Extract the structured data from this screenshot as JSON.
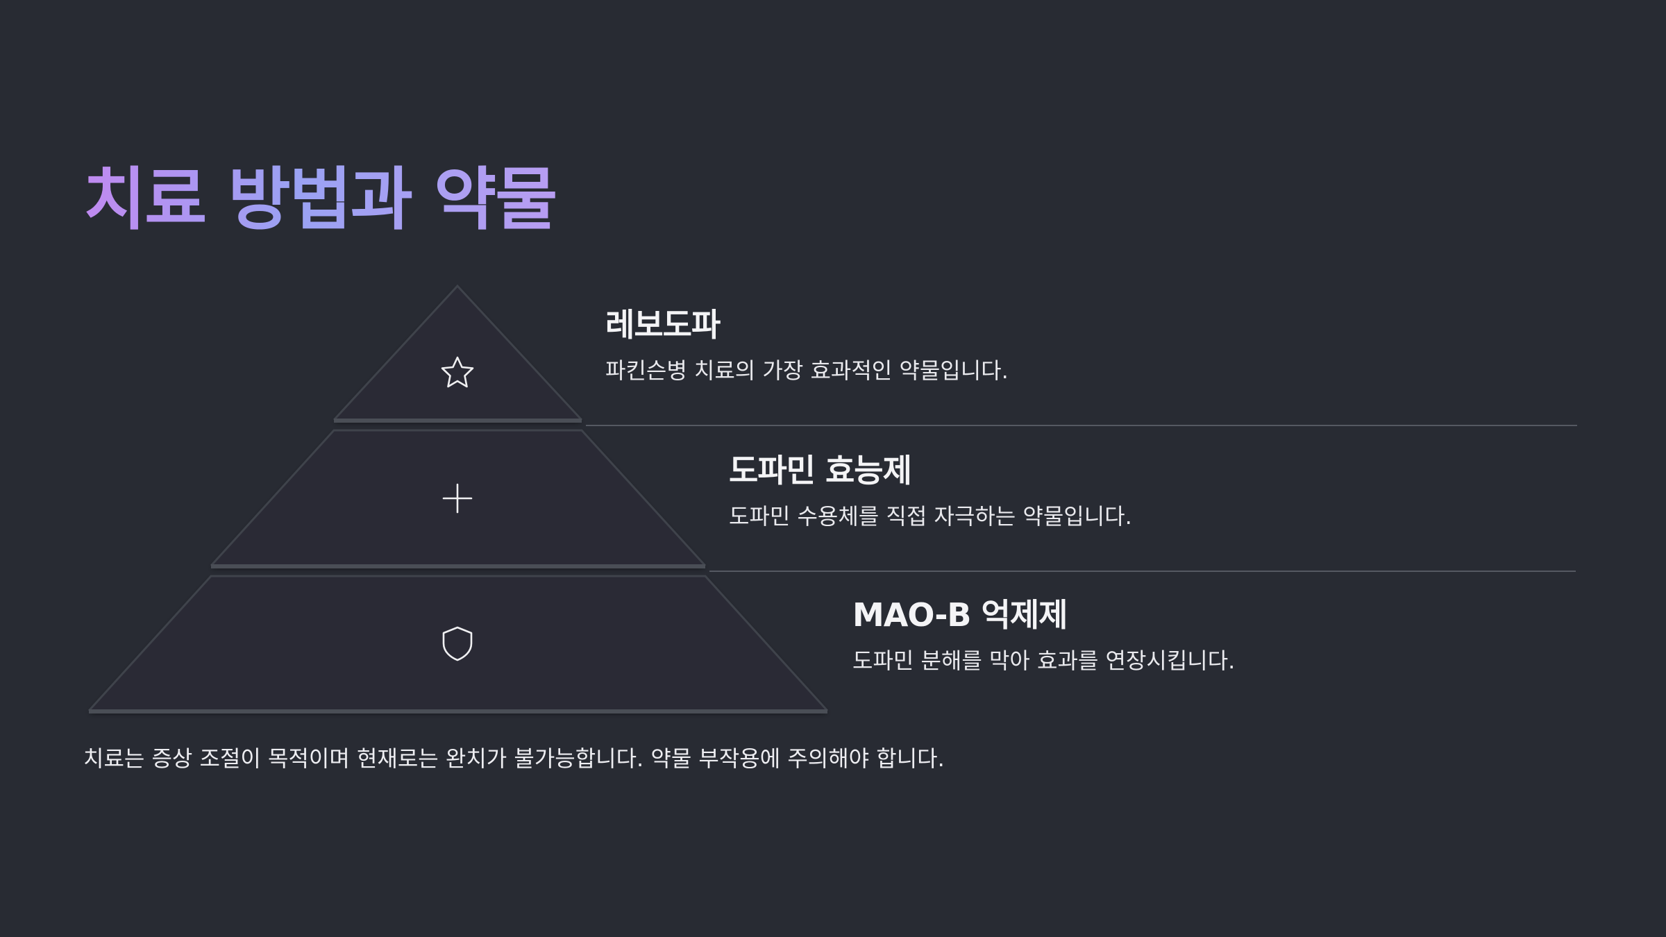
{
  "title": "치료 방법과 약물",
  "tiers": [
    {
      "icon": "star-icon",
      "title": "레보도파",
      "description": "파킨슨병 치료의 가장 효과적인 약물입니다."
    },
    {
      "icon": "plus-icon",
      "title": "도파민 효능제",
      "description": "도파민 수용체를 직접 자극하는 약물입니다."
    },
    {
      "icon": "shield-icon",
      "title": "MAO-B 억제제",
      "description": "도파민 분해를 막아 효과를 연장시킵니다."
    }
  ],
  "footer": "치료는 증상 조절이 목적이며 현재로는 완치가 불가능합니다. 약물 부작용에 주의해야 합니다.",
  "colors": {
    "background": "#282b33",
    "title_gradient_start": "#c08af0",
    "title_gradient_end": "#9aa2f3",
    "divider": "#555962"
  }
}
